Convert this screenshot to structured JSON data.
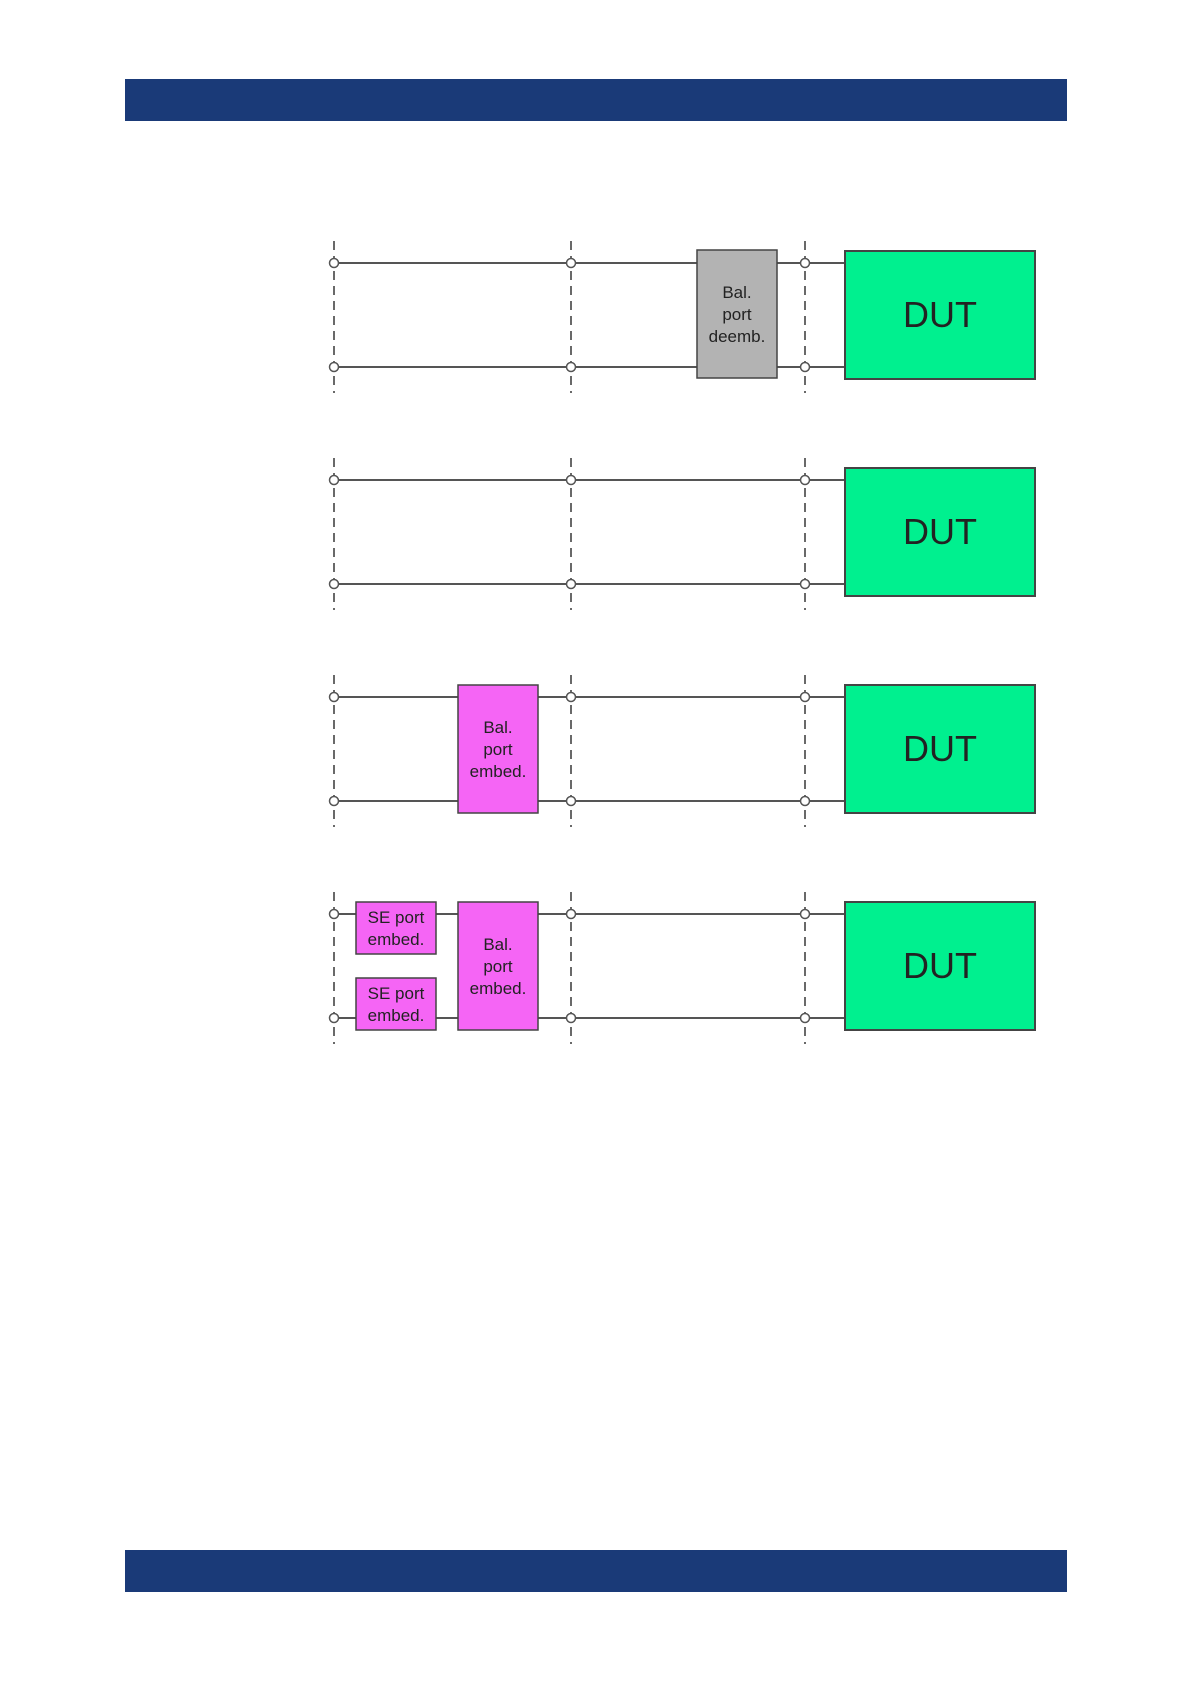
{
  "colors": {
    "header": "#1a3a78",
    "dut": "#00f08f",
    "deembed": "#b3b3b3",
    "embed": "#f565f5",
    "wire": "#555555",
    "dash": "#444444",
    "outline": "#444444"
  },
  "diagram": {
    "rows": [
      {
        "id": "row-1",
        "boxes": [
          {
            "kind": "deembed",
            "lines": [
              "Bal.",
              "port",
              "deemb."
            ]
          }
        ],
        "dut_label": "DUT"
      },
      {
        "id": "row-2",
        "boxes": [],
        "dut_label": "DUT"
      },
      {
        "id": "row-3",
        "boxes": [
          {
            "kind": "embed",
            "lines": [
              "Bal.",
              "port",
              "embed."
            ]
          }
        ],
        "dut_label": "DUT"
      },
      {
        "id": "row-4",
        "boxes": [
          {
            "kind": "se-embed",
            "lines": [
              "SE port",
              "embed."
            ]
          },
          {
            "kind": "se-embed",
            "lines": [
              "SE port",
              "embed."
            ]
          },
          {
            "kind": "embed",
            "lines": [
              "Bal.",
              "port",
              "embed."
            ]
          }
        ],
        "dut_label": "DUT"
      }
    ]
  }
}
